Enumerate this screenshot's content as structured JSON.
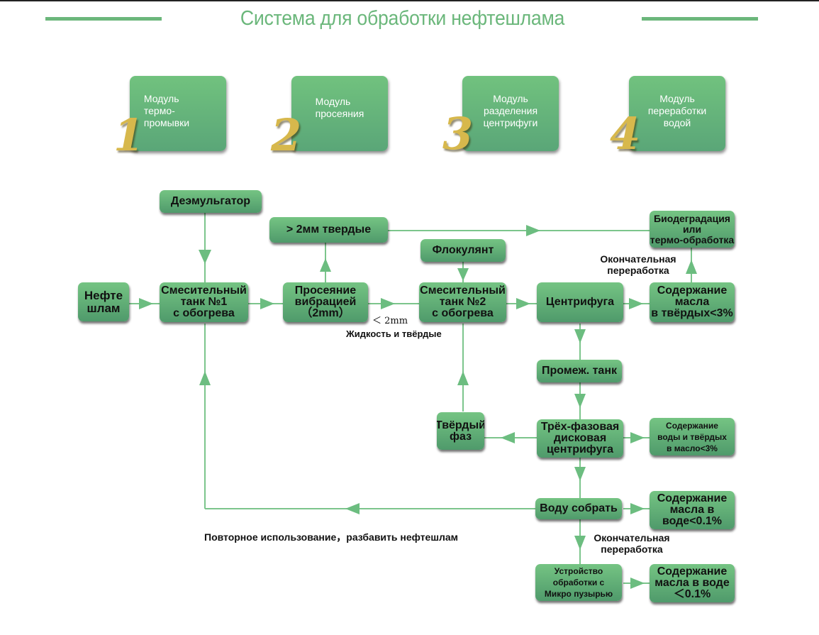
{
  "header": {
    "title": "Система для обработки нефтешлама"
  },
  "modules": [
    {
      "number": "1",
      "label": "Модуль\nтермо-\nпромывки"
    },
    {
      "number": "2",
      "label": "Модуль\nпросеяния"
    },
    {
      "number": "3",
      "label": "Модуль\nразделения\nцентрифуги"
    },
    {
      "number": "4",
      "label": "Модуль\nпереработки\nводой"
    }
  ],
  "nodes": {
    "demulsifier": "Деэмульгатор",
    "solids_over_2mm": "> 2мм твердые",
    "oil_sludge": "Нефте\nшлам",
    "mixing_tank_1": "Смесительный\nтанк №1\nс обогрева",
    "vibration_screening": "Просеяние\nвибрацией\n（2mm）",
    "flocculant": "Флокулянт",
    "mixing_tank_2": "Смесительный\nтанк №2\nс обогрева",
    "centrifuge": "Центрифуга",
    "biodegradation": "Биодеградация\nили\nтермо-обработка",
    "oil_in_solids": "Содержание\nмасла\nв твёрдых<3%",
    "intermediate_tank": "Промеж. танк",
    "three_phase_centrifuge": "Трёх-фазовая\nдисковая\nцентрифуга",
    "solid_phase": "Твёрдый\nфаз",
    "water_solids_in_oil": "Содержание\nводы и твёрдых\nв масло<3%",
    "collect_water": "Воду собрать",
    "oil_in_water_1": "Содержание\nмасла в\nводе<0.1%",
    "microbubble_device": "Устройство\nобработки с\nМикро пузырью",
    "oil_in_water_2": "Содержание\nмасла в воде\n＜0.1%"
  },
  "labels": {
    "lt_2mm": "＜ 2mm",
    "liquid_and_solids": "Жидкость и твёрдые",
    "final_processing_top": "Окончательная\nпереработка",
    "final_processing_bottom": "Окончательная\nпереработка",
    "reuse": "Повторное использование，разбавить нефтешлам"
  },
  "colors": {
    "accent_green": "#6bb77b",
    "node_green": "#5fae74",
    "gold_numerals": "#d7b84c"
  }
}
